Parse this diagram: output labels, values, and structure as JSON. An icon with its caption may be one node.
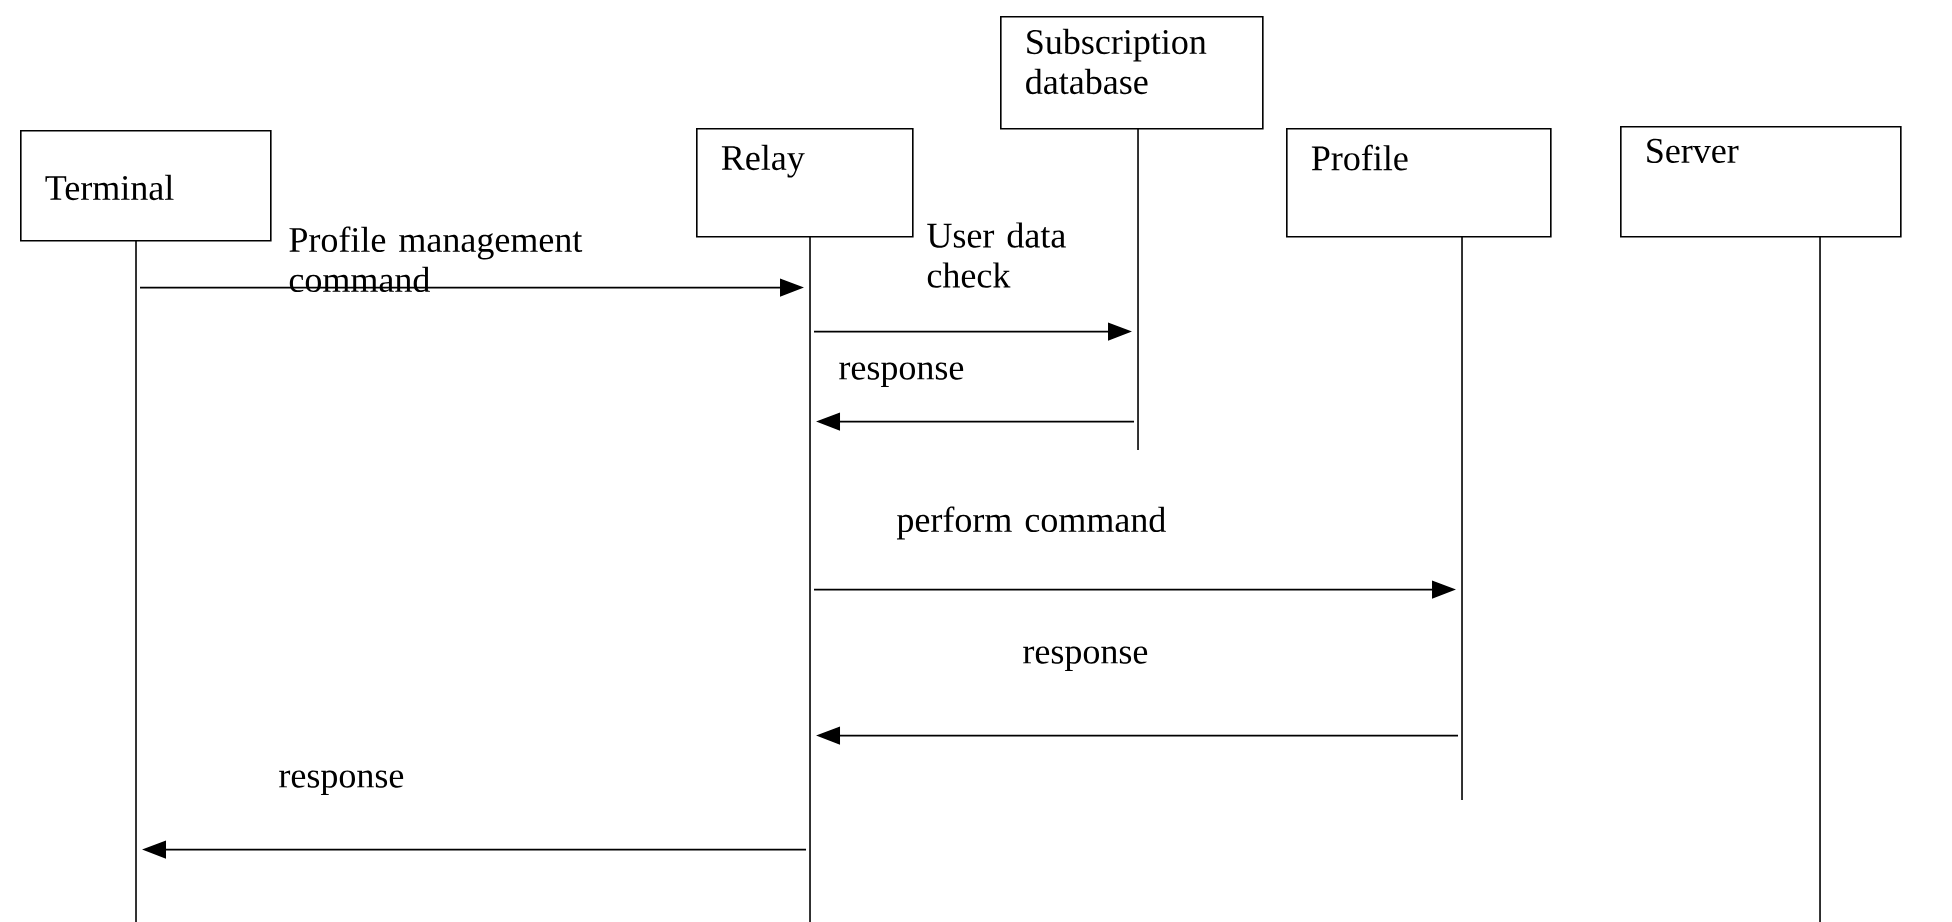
{
  "diagram": {
    "nodes": [
      {
        "text": [
          "Terminal"
        ]
      },
      {
        "text": [
          "Relay"
        ]
      },
      {
        "text": [
          "Subscription database"
        ]
      },
      {
        "text": [
          "Profile"
        ]
      },
      {
        "text": [
          "Server"
        ]
      }
    ],
    "edges": [
      {
        "from": 0,
        "to": 1,
        "arrow": "to",
        "label": "Profile management command"
      },
      {
        "from": 1,
        "to": 2,
        "arrow": "to",
        "label": "User data check"
      },
      {
        "from": 2,
        "to": 1,
        "arrow": "to",
        "label": "response"
      },
      {
        "from": 1,
        "to": 3,
        "arrow": "to",
        "label": "perform command"
      },
      {
        "from": 3,
        "to": 1,
        "arrow": "to",
        "label": "response"
      },
      {
        "from": 1,
        "to": 0,
        "arrow": "to",
        "label": "response"
      }
    ]
  }
}
